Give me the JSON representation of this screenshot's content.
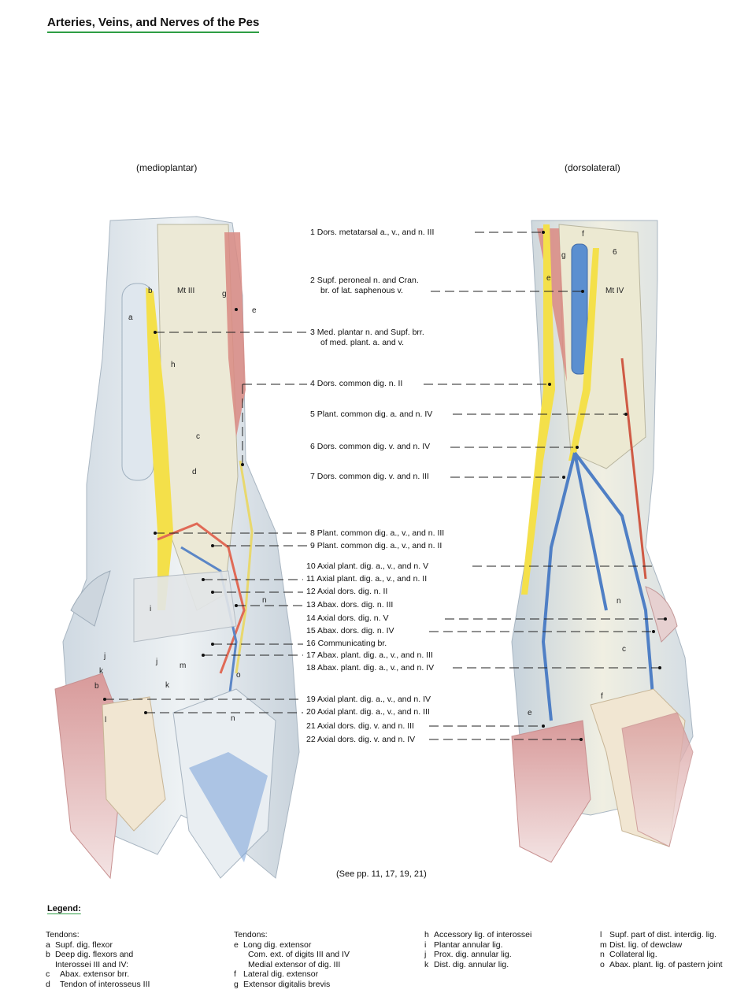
{
  "title": "Arteries, Veins, and Nerves of the Pes",
  "views": {
    "left": "(medioplantar)",
    "right": "(dorsolateral)"
  },
  "bone_labels": {
    "left": "Mt III",
    "right": "Mt IV"
  },
  "callouts": [
    {
      "num": "1",
      "lines": [
        "1 Dors. metatarsal a., v., and n. III"
      ]
    },
    {
      "num": "2",
      "lines": [
        "2 Supf. peroneal n. and Cran.",
        "br. of lat. saphenous v."
      ]
    },
    {
      "num": "3",
      "lines": [
        "3 Med. plantar n. and Supf. brr.",
        "of med. plant. a. and v."
      ]
    },
    {
      "num": "4",
      "lines": [
        "4 Dors. common dig. n. II"
      ]
    },
    {
      "num": "5",
      "lines": [
        "5 Plant. common dig. a. and n. IV"
      ]
    },
    {
      "num": "6",
      "lines": [
        "6 Dors. common dig. v. and n. IV"
      ]
    },
    {
      "num": "7",
      "lines": [
        "7 Dors. common dig. v. and n. III"
      ]
    },
    {
      "num": "8",
      "lines": [
        "8 Plant. common dig. a., v., and n. III"
      ]
    },
    {
      "num": "9",
      "lines": [
        "9 Plant. common dig. a., v., and n. II"
      ]
    },
    {
      "num": "10",
      "lines": [
        "10 Axial plant. dig. a., v., and n. V"
      ]
    },
    {
      "num": "11",
      "lines": [
        "11 Axial plant. dig. a., v., and n. II"
      ]
    },
    {
      "num": "12",
      "lines": [
        "12 Axial dors. dig. n. II"
      ]
    },
    {
      "num": "13",
      "lines": [
        "13 Abax. dors. dig. n. III"
      ]
    },
    {
      "num": "14",
      "lines": [
        "14 Axial dors. dig. n. V"
      ]
    },
    {
      "num": "15",
      "lines": [
        "15 Abax. dors. dig. n. IV"
      ]
    },
    {
      "num": "16",
      "lines": [
        "16 Communicating br."
      ]
    },
    {
      "num": "17",
      "lines": [
        "17 Abax. plant. dig. a., v., and n. III"
      ]
    },
    {
      "num": "18",
      "lines": [
        "18 Abax. plant. dig. a., v., and n. IV"
      ]
    },
    {
      "num": "19",
      "lines": [
        "19 Axial plant. dig. a., v., and n. IV"
      ]
    },
    {
      "num": "20",
      "lines": [
        "20 Axial plant. dig. a., v., and n. III"
      ]
    },
    {
      "num": "21",
      "lines": [
        "21 Axial dors. dig. v. and n. III"
      ]
    },
    {
      "num": "22",
      "lines": [
        "22 Axial dors. dig. v. and n. IV"
      ]
    }
  ],
  "extra_marker": "6",
  "see_pages": "(See pp. 11, 17, 19, 21)",
  "legend": {
    "title": "Legend:",
    "col1": {
      "head": "Tendons:",
      "rows": [
        {
          "key": "a",
          "text": "Supf. dig. flexor"
        },
        {
          "key": "b",
          "text": "Deep dig. flexors and"
        },
        {
          "key": "",
          "text": "Interossei III and IV:"
        },
        {
          "key": "c",
          "text": "Abax. extensor brr."
        },
        {
          "key": "d",
          "text": "Tendon of interosseus III"
        }
      ]
    },
    "col2": {
      "head": "Tendons:",
      "rows": [
        {
          "key": "e",
          "text": "Long dig. extensor"
        },
        {
          "key": "",
          "text": "Com. ext. of digits III and IV"
        },
        {
          "key": "",
          "text": "Medial extensor of dig. III"
        },
        {
          "key": "f",
          "text": "Lateral dig. extensor"
        },
        {
          "key": "g",
          "text": "Extensor digitalis brevis"
        }
      ]
    },
    "col3": {
      "rows": [
        {
          "key": "h",
          "text": "Accessory lig. of interossei"
        },
        {
          "key": "i",
          "text": "Plantar annular lig."
        },
        {
          "key": "j",
          "text": "Prox. dig. annular lig."
        },
        {
          "key": "k",
          "text": "Dist. dig. annular lig."
        }
      ]
    },
    "col4": {
      "rows": [
        {
          "key": "l",
          "text": "Supf. part of dist. interdig. lig."
        },
        {
          "key": "m",
          "text": "Dist. lig. of dewclaw"
        },
        {
          "key": "n",
          "text": "Collateral lig."
        },
        {
          "key": "o",
          "text": "Abax. plant. lig. of pastern joint"
        }
      ]
    }
  },
  "figure_letters": {
    "left": [
      "b",
      "a",
      "g",
      "e",
      "h",
      "c",
      "d",
      "i",
      "j",
      "j",
      "k",
      "k",
      "m",
      "b",
      "l",
      "o",
      "n",
      "n"
    ],
    "right": [
      "f",
      "g",
      "e",
      "n",
      "c",
      "f",
      "e"
    ]
  }
}
